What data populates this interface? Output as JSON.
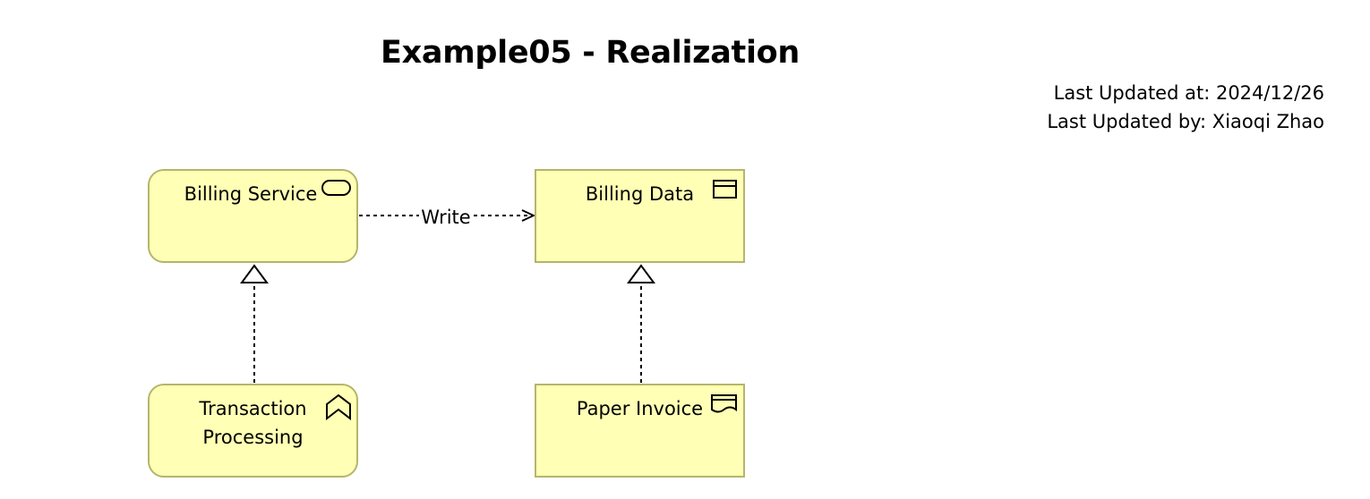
{
  "diagram": {
    "title": "Example05 - Realization",
    "meta": {
      "updated_at": "Last Updated at: 2024/12/26",
      "updated_by": "Last Updated by: Xiaoqi Zhao"
    },
    "nodes": {
      "billing_service": {
        "label": "Billing Service",
        "type": "business-service"
      },
      "billing_data": {
        "label": "Billing Data",
        "type": "business-object"
      },
      "transaction_processing": {
        "label_lines": [
          "Transaction",
          "Processing"
        ],
        "type": "business-function"
      },
      "paper_invoice": {
        "label": "Paper Invoice",
        "type": "representation"
      }
    },
    "relationships": [
      {
        "source": "billing_service",
        "target": "billing_data",
        "type": "access",
        "label": "Write"
      },
      {
        "source": "transaction_processing",
        "target": "billing_service",
        "type": "realization"
      },
      {
        "source": "paper_invoice",
        "target": "billing_data",
        "type": "realization"
      }
    ],
    "colors": {
      "element_fill": "#ffffb5",
      "element_border": "#b5b56b"
    }
  }
}
